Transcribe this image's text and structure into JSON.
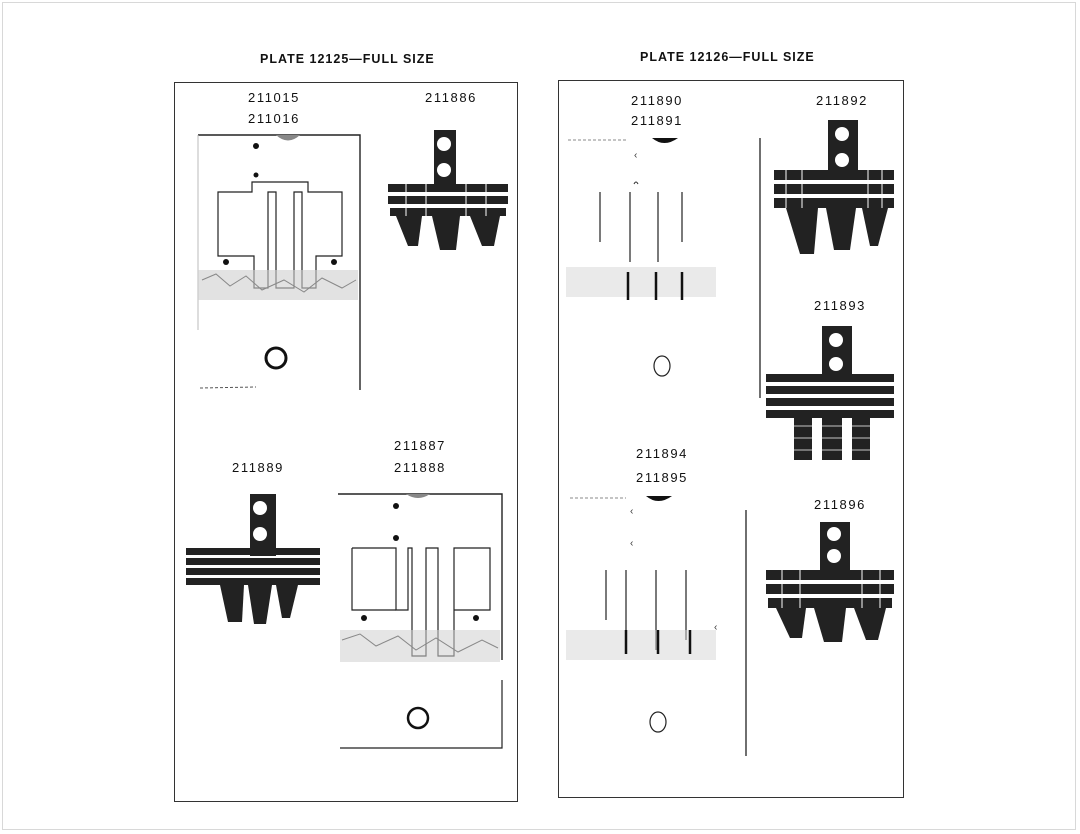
{
  "plates": [
    {
      "title": "PLATE 12125—FULL SIZE",
      "parts": {
        "a": "211015",
        "b": "211016",
        "c": "211886",
        "d": "211887",
        "e": "211889",
        "f": "211888"
      }
    },
    {
      "title": "PLATE 12126—FULL SIZE",
      "parts": {
        "a": "211890",
        "b": "211891",
        "c": "211892",
        "d": "211893",
        "e": "211894",
        "f": "211895",
        "g": "211896"
      }
    }
  ],
  "colors": {
    "ink": "#111111",
    "panel_border": "#333333",
    "page": "#ffffff"
  }
}
